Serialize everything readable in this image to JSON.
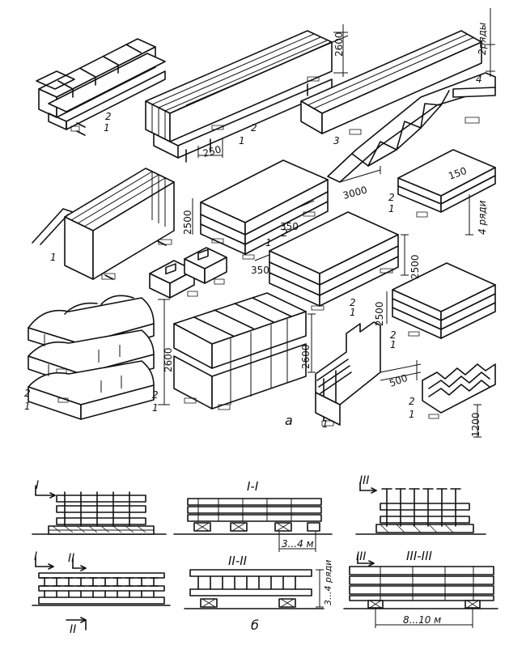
{
  "figure": {
    "part_a": {
      "panel_label": "а",
      "dims": {
        "d2600_top": "2600",
        "d250": "250",
        "d2rows": "2ряды",
        "d3000": "3000",
        "d150": "150",
        "d2500_left": "2500",
        "d350_upper": "350",
        "d350_lower": "350",
        "d2500_mid": "2500",
        "d4rows": "4 ряди",
        "d2500_right": "2500",
        "d2600_left": "2600",
        "d2600_mid": "2600",
        "d500": "500",
        "d1200": "1200"
      },
      "callouts": {
        "n1": "1",
        "n2": "2",
        "n3": "3",
        "n4": "4"
      }
    },
    "part_b": {
      "panel_label": "б",
      "section_marks": {
        "I": "I",
        "II": "II",
        "III": "III"
      },
      "section_titles": {
        "I_I": "I-I",
        "II_II": "II-II",
        "III_III": "III-III"
      },
      "dims": {
        "spacing_3_4m": "3...4 м",
        "rows_3_4": "3...4 ряди",
        "spacing_8_10m": "8...10 м"
      }
    }
  }
}
